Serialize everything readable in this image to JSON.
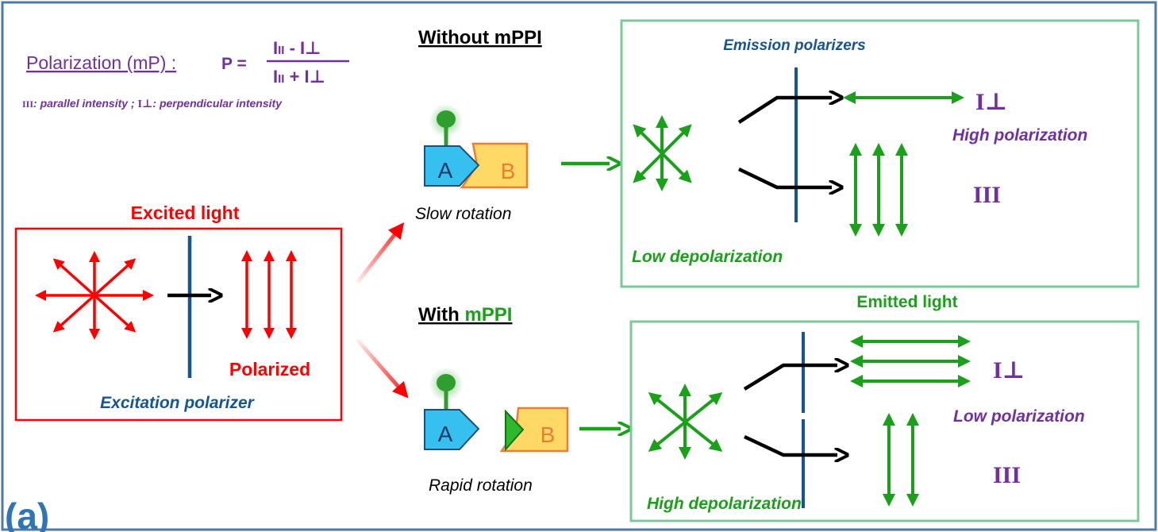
{
  "colors": {
    "frame": "#4f7aa8",
    "purple": "#7030a0",
    "red": "#ff0000",
    "green": "#1aa01a",
    "box_green": "#7cc89a",
    "navy": "#17558f",
    "black": "#000000",
    "ligand_green": "#4da84d",
    "a_fill": "#36c0f0",
    "b_fill": "#ffd966",
    "b_border": "#ed7d31"
  },
  "formula": {
    "label": "Polarization (mP) :",
    "p_eq": "P =",
    "numerator": "I",
    "numerator_sub": "II",
    "numerator_mid": " - I",
    "numerator_perp": "⊥",
    "denominator": "I",
    "denominator_sub": "II",
    "denominator_mid": " + I",
    "denominator_perp": "⊥",
    "legend_i_parallel": "III",
    "legend_parallel_text": ": parallel intensity ; ",
    "legend_i_perp": "I⊥",
    "legend_perp_text": ": perpendicular intensity"
  },
  "left_panel": {
    "title": "Excited light",
    "polarized": "Polarized",
    "polarizer": "Excitation polarizer"
  },
  "top_row": {
    "heading": "Without mPPI",
    "molecule_a": "A",
    "molecule_b": "B",
    "rotation": "Slow rotation",
    "emission_polarizers": "Emission polarizers",
    "i_perp": "I⊥",
    "i_parallel": "III",
    "polarization_result": "High polarization",
    "depolarization": "Low  depolarization"
  },
  "bottom_row": {
    "heading_prefix": "With ",
    "heading_inhibitor": "mPPI",
    "molecule_a": "A",
    "molecule_b": "B",
    "rotation": "Rapid rotation",
    "emitted_light": "Emitted light",
    "i_perp": "I⊥",
    "i_parallel": "III",
    "polarization_result": "Low polarization",
    "depolarization": "High depolarization"
  },
  "panel_label": "(a)"
}
